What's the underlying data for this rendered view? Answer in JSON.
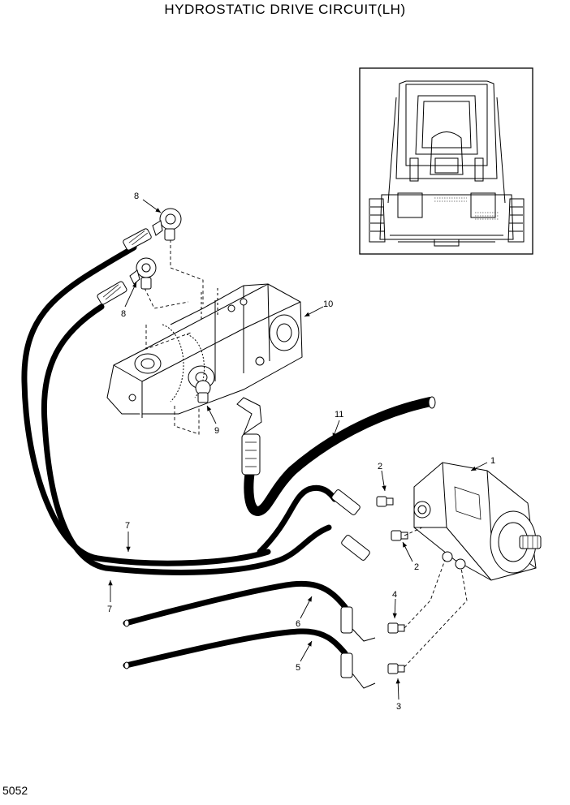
{
  "title": "HYDROSTATIC DRIVE CIRCUIT(LH)",
  "page_number": "5052",
  "callouts": {
    "c1": "1",
    "c2a": "2",
    "c2b": "2",
    "c3": "3",
    "c4": "4",
    "c5": "5",
    "c6": "6",
    "c7a": "7",
    "c7b": "7",
    "c8a": "8",
    "c8b": "8",
    "c9": "9",
    "c10": "10",
    "c11": "11"
  }
}
